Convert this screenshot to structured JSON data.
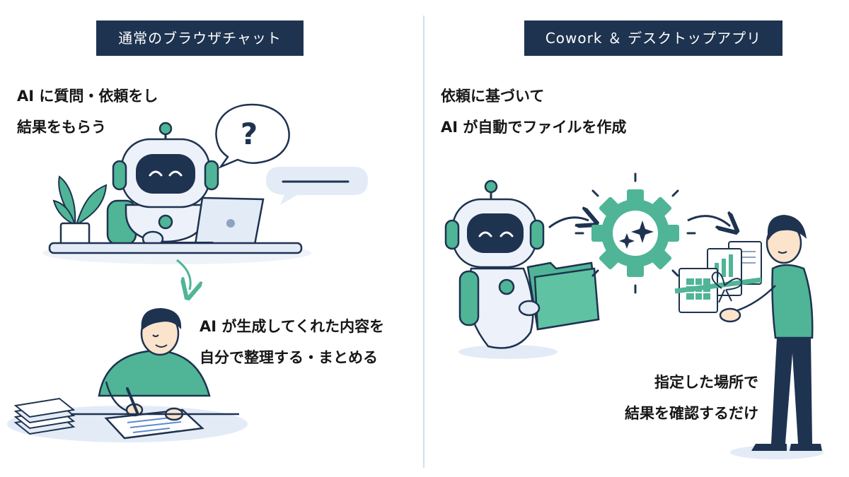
{
  "left_panel": {
    "heading": "通常のブラウザチャット",
    "caption_top": [
      "AI に質問・依頼をし",
      "結果をもらう"
    ],
    "caption_bottom": [
      "AI が生成してくれた内容を",
      "自分で整理する・まとめる"
    ],
    "speech_bubble_symbol": "?"
  },
  "right_panel": {
    "heading": "Cowork ＆ デスクトップアプリ",
    "caption_top": [
      "依頼に基づいて",
      "AI が自動でファイルを作成"
    ],
    "caption_bottom": [
      "指定した場所で",
      "結果を確認するだけ"
    ]
  },
  "colors": {
    "heading_bg": "#1e3350",
    "accent_green": "#4fb596",
    "navy": "#1e3350",
    "robot_body": "#edf1f9",
    "soft_blue": "#e3ebf7",
    "divider": "#d3deea"
  },
  "icons": {
    "speech_bubble": "question-speech-bubble-icon",
    "reply_bubble": "reply-bubble-icon",
    "gear": "sparkle-gear-icon",
    "folder": "folder-icon",
    "gift_documents": "gift-wrapped-documents-icon"
  }
}
